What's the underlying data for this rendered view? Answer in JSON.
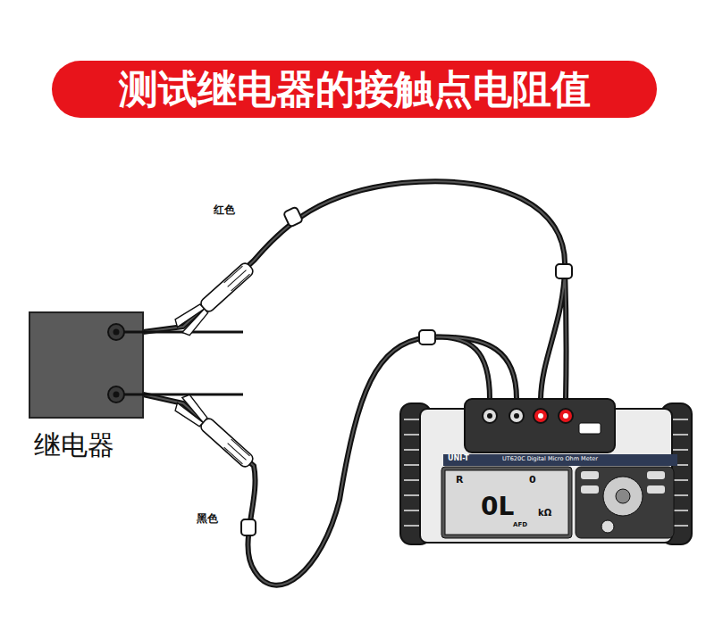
{
  "diagram": {
    "title": "测试继电器的接触点电阻值",
    "nodes": [
      {
        "text": [
          "继电器"
        ]
      },
      {
        "text": [
          "UNI-T",
          "UT620C Digital Micro Ohm Meter"
        ]
      },
      {
        "text": [
          "R",
          "0",
          "0L",
          "kΩ",
          "AFD"
        ],
        "in": 1
      }
    ],
    "edges": [
      {
        "from": 0,
        "to": 1,
        "label": "红色",
        "arrow": "none"
      },
      {
        "from": 0,
        "to": 1,
        "label": "黑色",
        "arrow": "none"
      }
    ]
  }
}
